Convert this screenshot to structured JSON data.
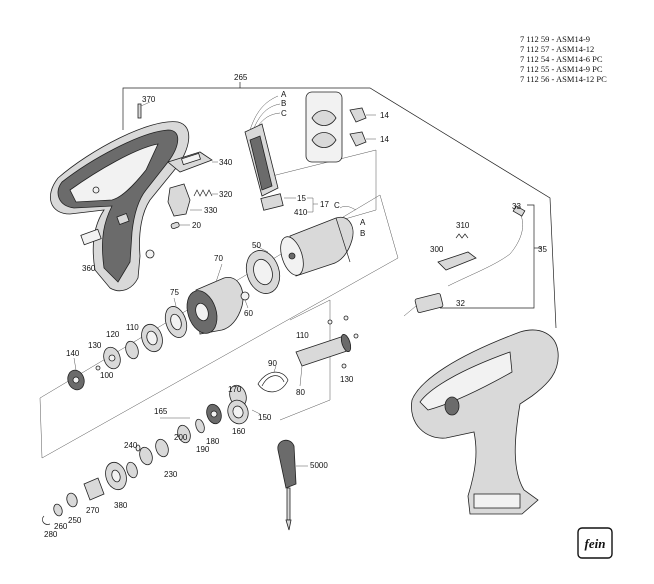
{
  "model_list": [
    "7 112 59 - ASM14-9",
    "7 112 57 - ASM14-12",
    "7 112 54 - ASM14-6 PC",
    "7 112 55 - ASM14-9 PC",
    "7 112 56 - ASM14-12 PC"
  ],
  "labels": {
    "p265": "265",
    "p370": "370",
    "wA1": "A",
    "wB1": "B",
    "wC1": "C",
    "p14a": "14",
    "p14b": "14",
    "p340": "340",
    "p320": "320",
    "p330": "330",
    "p20": "20",
    "p15": "15",
    "p17": "17",
    "p410": "410",
    "wC2": "C",
    "wA2": "A",
    "wB2": "B",
    "p50": "50",
    "p70": "70",
    "p360": "360",
    "p75": "75",
    "p60": "60",
    "p110a": "110",
    "p120": "120",
    "p130a": "130",
    "p100": "100",
    "p140": "140",
    "p110b": "110",
    "p80": "80",
    "p130b": "130",
    "p90": "90",
    "p150": "150",
    "p160": "160",
    "p170": "170",
    "p165": "165",
    "p180": "180",
    "p190": "190",
    "p240": "240",
    "p230": "230",
    "p200": "200",
    "p380": "380",
    "p270": "270",
    "p250": "250",
    "p260": "260",
    "p280": "280",
    "p5000": "5000",
    "p33": "33",
    "p310": "310",
    "p300": "300",
    "p35": "35",
    "p32": "32"
  },
  "logo_text": "fein",
  "colors": {
    "ink": "#222222",
    "part_fill": "#d9d9d9",
    "dark_fill": "#6b6b6b"
  }
}
